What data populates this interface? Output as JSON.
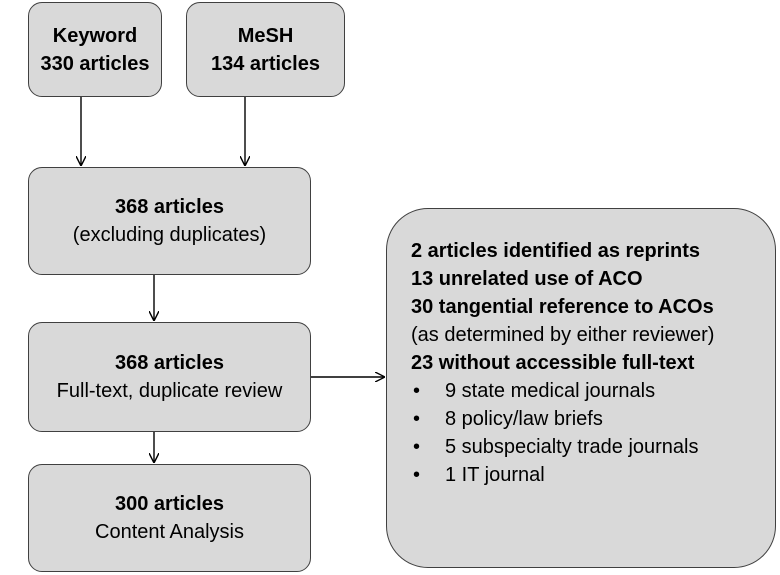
{
  "sources": {
    "keyword": {
      "label": "Keyword",
      "count": "330 articles"
    },
    "mesh": {
      "label": "MeSH",
      "count": "134 articles"
    }
  },
  "dedup": {
    "count": "368 articles",
    "note": "(excluding duplicates)"
  },
  "review": {
    "count": "368 articles",
    "note": "Full-text, duplicate review"
  },
  "analysis": {
    "count": "300 articles",
    "note": "Content Analysis"
  },
  "exclusions": {
    "items": [
      {
        "text": "2 articles identified as reprints",
        "bold": true
      },
      {
        "text": "13 unrelated use of ACO",
        "bold": true
      },
      {
        "text": "30 tangential reference to ACOs",
        "bold": true
      },
      {
        "text": "(as determined by either reviewer)",
        "bold": false
      },
      {
        "text": "23 without accessible full-text",
        "bold": true
      }
    ],
    "bullet_symbol": "•",
    "bullets": [
      "9 state medical journals",
      "8 policy/law briefs",
      "5 subspecialty trade journals",
      "1 IT journal"
    ]
  }
}
